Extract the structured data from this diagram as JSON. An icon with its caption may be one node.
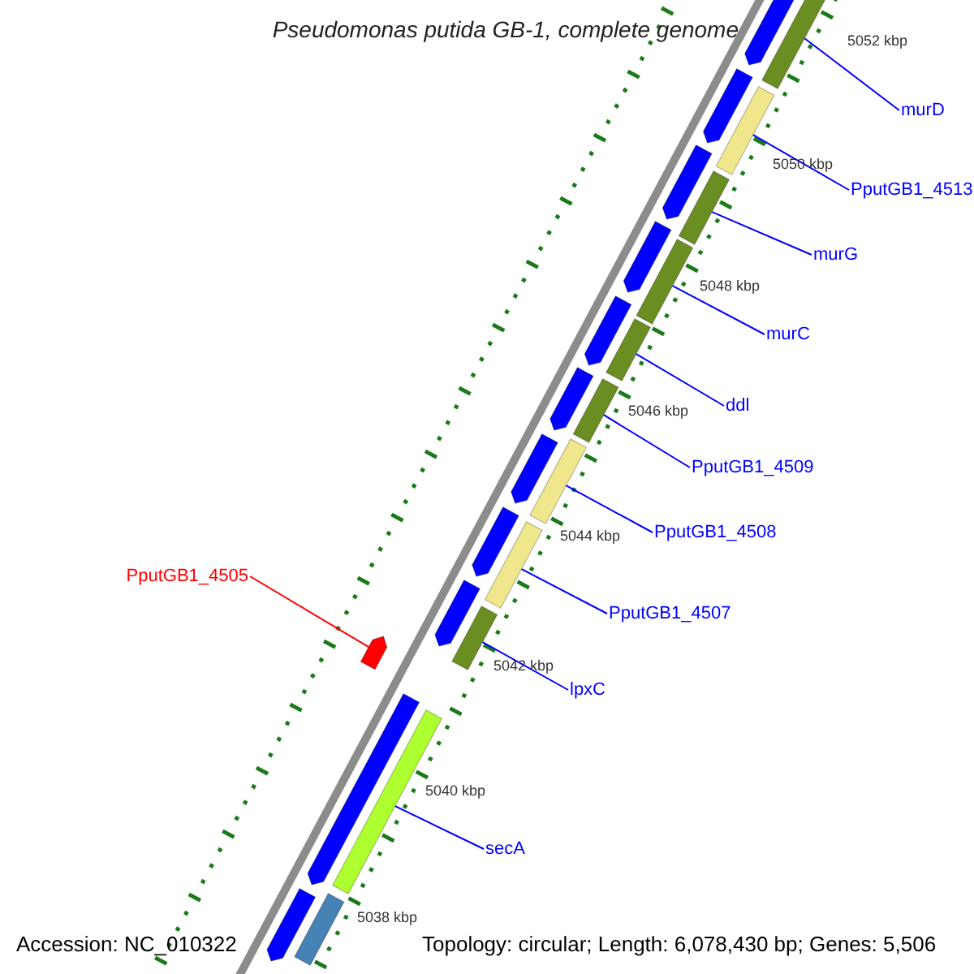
{
  "diagram": {
    "title": "Pseudomonas putida GB-1, complete genome",
    "nodes": [
      {
        "text": [
          "murD"
        ]
      },
      {
        "text": [
          "PputGB1_4513"
        ]
      },
      {
        "text": [
          "murG"
        ]
      },
      {
        "text": [
          "murC"
        ]
      },
      {
        "text": [
          "ddl"
        ]
      },
      {
        "text": [
          "PputGB1_4509"
        ]
      },
      {
        "text": [
          "PputGB1_4508"
        ]
      },
      {
        "text": [
          "PputGB1_4505"
        ]
      },
      {
        "text": [
          "PputGB1_4507"
        ]
      },
      {
        "text": [
          "lpxC"
        ]
      },
      {
        "text": [
          "secA"
        ]
      },
      {
        "text": [],
        "shape": "bar"
      },
      {
        "text": [],
        "shape": "bar"
      },
      {
        "text": [],
        "shape": "bar"
      },
      {
        "text": [],
        "shape": "bar"
      },
      {
        "text": [],
        "shape": "bar"
      },
      {
        "text": [],
        "shape": "bar"
      },
      {
        "text": [],
        "shape": "bar"
      },
      {
        "text": [],
        "shape": "bar"
      },
      {
        "text": [],
        "shape": "bar"
      },
      {
        "text": [],
        "shape": "pentagon"
      },
      {
        "text": [],
        "shape": "bar"
      },
      {
        "text": [],
        "shape": "bar"
      },
      {
        "text": [],
        "shape": "pentagon"
      },
      {
        "text": [],
        "shape": "pentagon"
      },
      {
        "text": [],
        "shape": "pentagon"
      },
      {
        "text": [],
        "shape": "pentagon"
      },
      {
        "text": [],
        "shape": "pentagon"
      },
      {
        "text": [],
        "shape": "pentagon"
      },
      {
        "text": [],
        "shape": "pentagon"
      },
      {
        "text": [],
        "shape": "pentagon"
      },
      {
        "text": [],
        "shape": "pentagon"
      },
      {
        "text": [],
        "shape": "pentagon"
      },
      {
        "text": [],
        "shape": "pentagon"
      }
    ],
    "edges": [
      {
        "from": 0,
        "to": 11,
        "arrow": "none"
      },
      {
        "from": 1,
        "to": 12,
        "arrow": "none"
      },
      {
        "from": 2,
        "to": 13,
        "arrow": "none"
      },
      {
        "from": 3,
        "to": 14,
        "arrow": "none"
      },
      {
        "from": 4,
        "to": 15,
        "arrow": "none"
      },
      {
        "from": 5,
        "to": 16,
        "arrow": "none"
      },
      {
        "from": 6,
        "to": 17,
        "arrow": "none"
      },
      {
        "from": 7,
        "to": 20,
        "arrow": "none",
        "color": "#ff0000"
      },
      {
        "from": 8,
        "to": 18,
        "arrow": "none"
      },
      {
        "from": 9,
        "to": 19,
        "arrow": "none"
      },
      {
        "from": 10,
        "to": 21,
        "arrow": "none"
      }
    ],
    "labels": [
      "5052 kbp",
      "5050 kbp",
      "5048 kbp",
      "5046 kbp",
      "5044 kbp",
      "5042 kbp",
      "5040 kbp",
      "5038 kbp",
      "Accession: NC_010322",
      "Topology: circular; Length: 6,078,430 bp; Genes: 5,506"
    ]
  }
}
